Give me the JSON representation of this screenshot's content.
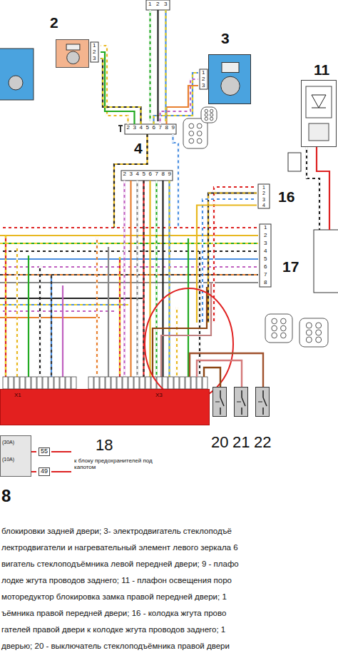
{
  "diagram": {
    "nodes": [
      {
        "text": [
          "2"
        ]
      },
      {
        "text": [
          "3"
        ]
      },
      {
        "text": [
          "11"
        ]
      },
      {
        "text": [
          "4"
        ]
      },
      {
        "text": [
          "16"
        ]
      },
      {
        "text": [
          "17"
        ]
      },
      {
        "text": [
          "X1",
          "X3"
        ]
      },
      {
        "text": [
          "20"
        ]
      },
      {
        "text": [
          "21"
        ]
      },
      {
        "text": [
          "22"
        ]
      },
      {
        "text": [
          "18",
          "к блоку предохранителей под капотом"
        ]
      }
    ],
    "edges": [
      {
        "from": 7,
        "to": 6,
        "arrow": "none"
      },
      {
        "from": 8,
        "to": 6,
        "arrow": "none"
      },
      {
        "from": 9,
        "to": 6,
        "arrow": "none"
      }
    ],
    "labels": [
      "1",
      "2",
      "3",
      "1",
      "2",
      "3",
      "1",
      "2",
      "3",
      "2",
      "3",
      "4",
      "5",
      "6",
      "7",
      "8",
      "9",
      "2",
      "3",
      "4",
      "5",
      "6",
      "7",
      "8",
      "9",
      "1",
      "2",
      "3",
      "4",
      "1",
      "2",
      "3",
      "4",
      "5",
      "6",
      "7",
      "8",
      "55",
      "49",
      "(30A)",
      "(10A)",
      "8",
      "блокировки задней двери; 3- электродвигатель стеклоподъё",
      "лектродвигатели и нагревательный элемент левого зеркала 6",
      "вигатель стеклоподъёмника левой передней двери; 9 - плафо",
      "лодке жгута проводов заднего; 11 - плафон освещения поро",
      "мотоpедуктор блокировка замка правой передней двери; 1",
      "ъёмника правой передней двери; 16 - колодка жгута прово",
      "гателей правой двери к колодке жгута проводов заднего; 1",
      "дверью; 20 - выключатель стеклоподъёмника правой двери"
    ]
  }
}
